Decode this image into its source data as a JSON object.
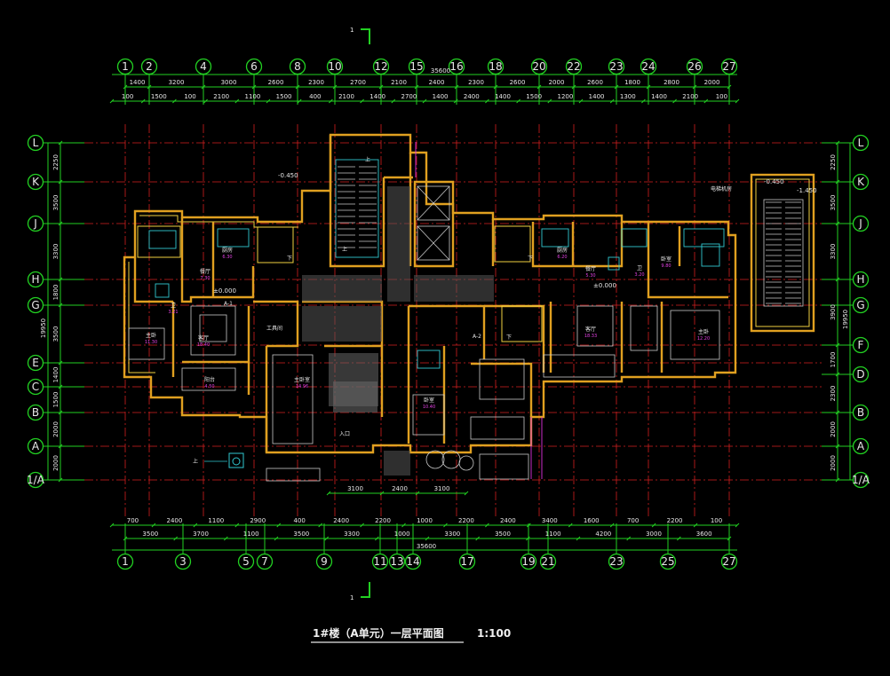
{
  "title": "1#楼（A单元）一层平面图",
  "scale": "1:100",
  "section_mark": "1",
  "colors": {
    "background": "#000000",
    "axis": "#22d022",
    "grid": "#d42020",
    "wall": "#e0a020",
    "fixture": "#30c8d0",
    "area_text": "#e040e0"
  },
  "top_axes": [
    "1",
    "2",
    "4",
    "6",
    "8",
    "10",
    "12",
    "15",
    "16",
    "18",
    "20",
    "22",
    "23",
    "24",
    "26",
    "27"
  ],
  "bottom_axes": [
    "1",
    "3",
    "5",
    "7",
    "9",
    "11",
    "13",
    "14",
    "17",
    "19",
    "21",
    "23",
    "25",
    "27"
  ],
  "side_axes": [
    "L",
    "K",
    "J",
    "H",
    "G",
    "F",
    "E",
    "D",
    "C",
    "B",
    "A",
    "1/A"
  ],
  "left_axes": [
    "L",
    "K",
    "J",
    "H",
    "G",
    "E",
    "C",
    "B",
    "A",
    "1/A"
  ],
  "right_axes": [
    "L",
    "K",
    "J",
    "H",
    "G",
    "F",
    "D",
    "B",
    "A",
    "1/A"
  ],
  "top_overall": "35600",
  "bottom_overall": "35600",
  "top_dim_row1": [
    "1400",
    "3200",
    "3000",
    "2600",
    "2300",
    "2700",
    "2100",
    "2400",
    "2300",
    "2600",
    "2000",
    "2600",
    "1800",
    "2800",
    "2000"
  ],
  "top_dim_row2": [
    "100",
    "1500",
    "100",
    "2100",
    "1100",
    "1500",
    "400",
    "2100",
    "1400",
    "2700",
    "1400",
    "2400",
    "1400",
    "1500",
    "1200",
    "1400",
    "1300",
    "1400",
    "2100",
    "100"
  ],
  "bottom_dim_row1": [
    "700",
    "2400",
    "1100",
    "2900",
    "400",
    "2400",
    "2200",
    "1000",
    "2200",
    "2400",
    "3400",
    "1600",
    "700",
    "2200",
    "100"
  ],
  "bottom_dim_row2": [
    "3500",
    "3700",
    "1100",
    "3500",
    "3300",
    "1000",
    "3300",
    "3500",
    "1100",
    "4200",
    "3000",
    "3600"
  ],
  "left_dims": [
    "2250",
    "3500",
    "3300",
    "1800",
    "3500",
    "1400",
    "1500",
    "2000",
    "2000"
  ],
  "left_total": "19950",
  "right_dims": [
    "2250",
    "3500",
    "3300",
    "3900",
    "1700",
    "2300",
    "2000",
    "2000"
  ],
  "right_total": "19950",
  "bottom_extra_dims": [
    "3100",
    "2400",
    "3100"
  ],
  "levels": [
    "-0.450",
    "±0.000",
    "±0.000",
    "-0.450",
    "-1.450"
  ],
  "rooms": [
    {
      "name": "主卧",
      "area": "11.30"
    },
    {
      "name": "客厅",
      "area": "18.40"
    },
    {
      "name": "餐厅",
      "area": "7.30"
    },
    {
      "name": "厨房",
      "area": "6.30"
    },
    {
      "name": "卫",
      "area": "3.21"
    },
    {
      "name": "阳台",
      "area": "4.50"
    },
    {
      "name": "主卧室",
      "area": "14.96"
    },
    {
      "name": "卧室",
      "area": "10.40"
    },
    {
      "name": "厨房",
      "area": "6.20"
    },
    {
      "name": "餐厅",
      "area": "5.30"
    },
    {
      "name": "客厅",
      "area": "18.33"
    },
    {
      "name": "卫",
      "area": "3.20"
    },
    {
      "name": "主卧",
      "area": "12.20"
    },
    {
      "name": "卧室",
      "area": "9.80"
    }
  ],
  "labels": {
    "entry": "入口",
    "tool_room": "工具间",
    "unit_a1": "A-1",
    "unit_a2": "A-2",
    "shaft_note": "电梯机房",
    "stair_up": "上",
    "stair_dn": "下"
  }
}
